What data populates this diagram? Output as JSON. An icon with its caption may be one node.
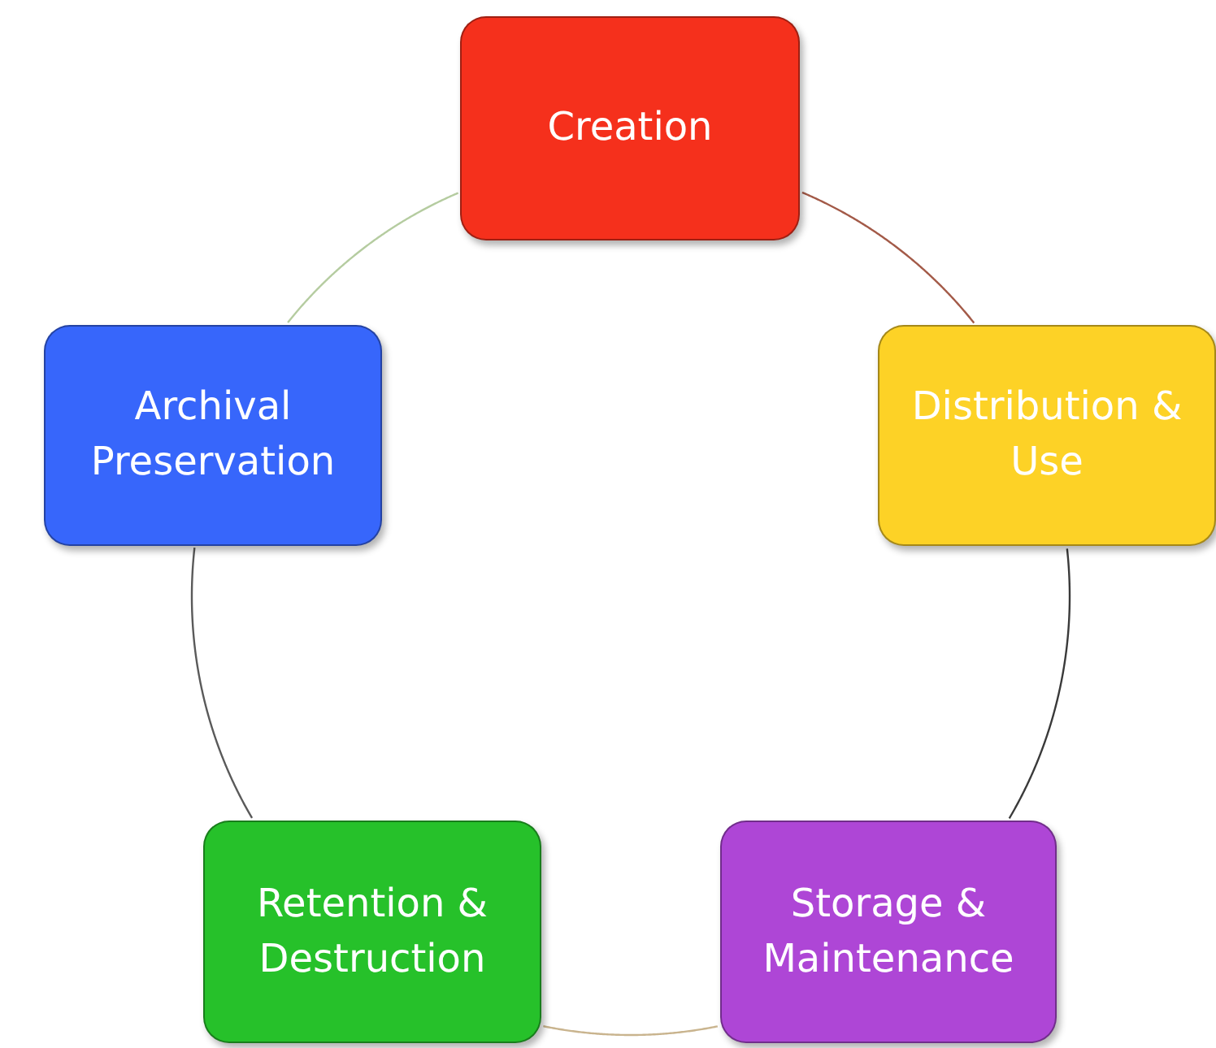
{
  "diagram": {
    "nodes": [
      {
        "text": [
          "Creation"
        ]
      },
      {
        "text": [
          "Distribution & Use"
        ]
      },
      {
        "text": [
          "Storage & Maintenance"
        ]
      },
      {
        "text": [
          "Retention & Destruction"
        ]
      },
      {
        "text": [
          "Archival Preservation"
        ]
      }
    ],
    "edges": [
      {
        "from": 0,
        "to": 1,
        "arrow": "none",
        "color": "#a35a48"
      },
      {
        "from": 1,
        "to": 2,
        "arrow": "none",
        "color": "#3a3a3a"
      },
      {
        "from": 2,
        "to": 3,
        "arrow": "none",
        "color": "#c9b48e"
      },
      {
        "from": 3,
        "to": 4,
        "arrow": "none",
        "color": "#5a5a5a"
      },
      {
        "from": 4,
        "to": 0,
        "arrow": "none",
        "color": "#b5cca0"
      }
    ]
  }
}
